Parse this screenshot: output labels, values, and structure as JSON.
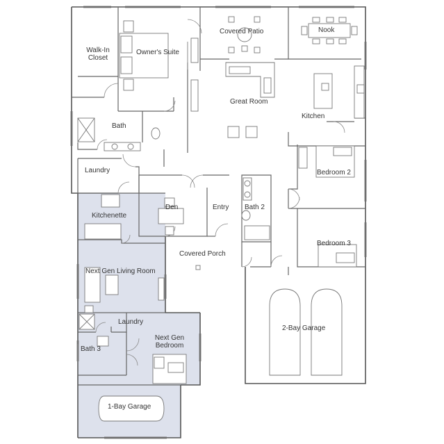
{
  "rooms": {
    "covered_patio": "Covered Patio",
    "nook": "Nook",
    "walk_in_closet": "Walk-In Closet",
    "owners_suite": "Owner's Suite",
    "great_room": "Great Room",
    "kitchen": "Kitchen",
    "bath": "Bath",
    "laundry": "Laundry",
    "bedroom_2": "Bedroom 2",
    "den": "Den",
    "entry": "Entry",
    "bath_2": "Bath 2",
    "kitchenette": "Kitchenette",
    "bedroom_3": "Bedroom 3",
    "covered_porch": "Covered Porch",
    "next_gen_living_room": "Next Gen Living Room",
    "next_gen_laundry": "Laundry",
    "next_gen_bedroom": "Next Gen Bedroom",
    "bath_3": "Bath 3",
    "two_bay_garage": "2-Bay Garage",
    "one_bay_garage": "1-Bay Garage"
  },
  "colors": {
    "wall": "#555555",
    "next_gen_suite_fill": "#dde1ec",
    "fixture": "#777777"
  }
}
